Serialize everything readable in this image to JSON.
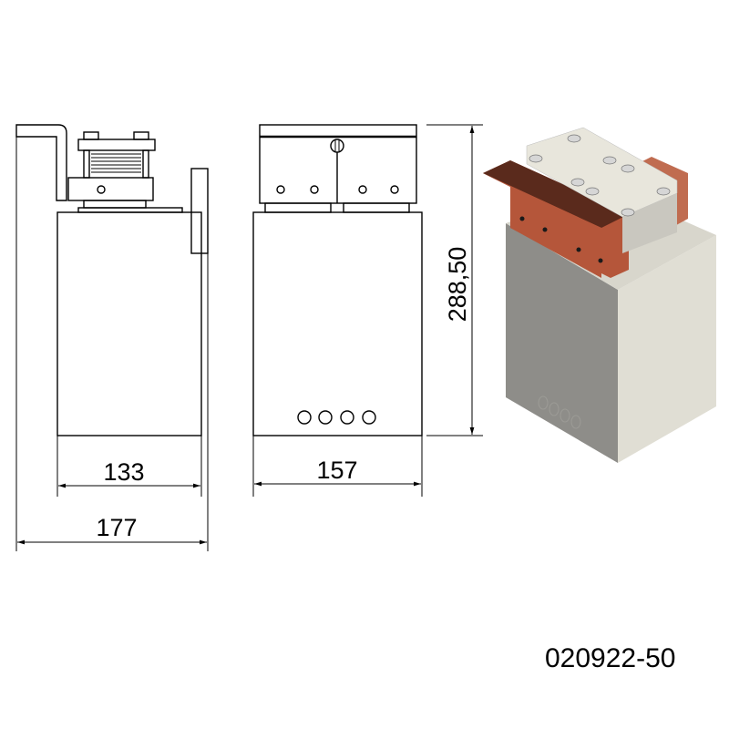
{
  "dimensions": {
    "side_width": "133",
    "front_width": "157",
    "overall_width": "177",
    "height": "288,50"
  },
  "part_number": "020922-50",
  "colors": {
    "copper": "#b5563a",
    "copper_dark": "#5a2a1c",
    "body_light": "#e2e0d6",
    "body_dark": "#8a8985",
    "plate": "#e8e6dc"
  }
}
